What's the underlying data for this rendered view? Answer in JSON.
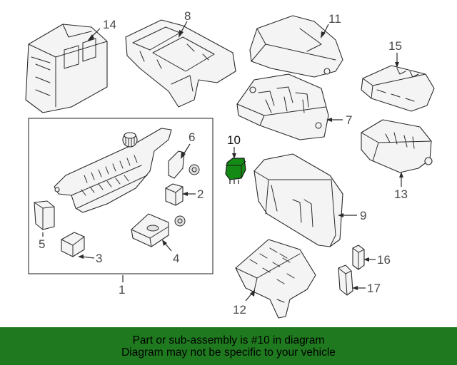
{
  "colors": {
    "highlight": "#138a13",
    "banner": "#1f7a1f",
    "line": "#2a2a2a"
  },
  "callouts": {
    "p1": "1",
    "p2": "2",
    "p3": "3",
    "p4": "4",
    "p5": "5",
    "p6": "6",
    "p7": "7",
    "p8": "8",
    "p9": "9",
    "p10": "10",
    "p11": "11",
    "p12": "12",
    "p13": "13",
    "p14": "14",
    "p15": "15",
    "p16": "16",
    "p17": "17"
  },
  "highlighted_part": "10",
  "footer": {
    "line1": "Part or sub-assembly is #10 in diagram",
    "line2": "Diagram may not be specific to your vehicle"
  }
}
